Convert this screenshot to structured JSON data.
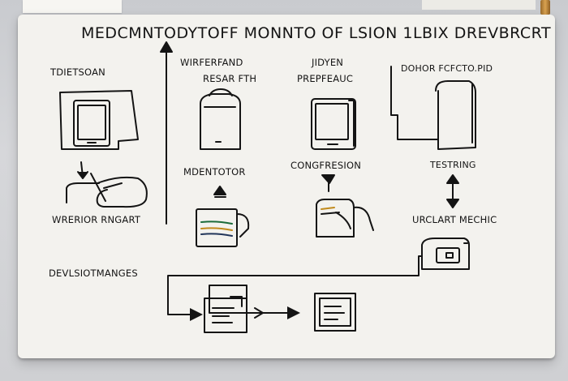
{
  "title": "MEDCMNTODYTOFF MONNTO OF LSION 1LBIX DREVBRCRT",
  "labels": {
    "tdetsoan": "TDIETSOAN",
    "wirefrand": "WIRFERFAND",
    "resarfth": "RESAR FTH",
    "jidyen": "JIDYEN",
    "prepfeauc": "PREPFEAUC",
    "dohorfcfc": "DOHOR FCFCTO.PID",
    "mdentotor": "MDENTOTOR",
    "congfresion": "CONGFRESION",
    "testring": "TESTRING",
    "wrerior": "WRERIOR RNGART",
    "urclart": "URCLART MECHIC",
    "devlsiotmanges": "DEVLSIOTMANGES"
  },
  "palette": {
    "board": "#f3f2ee",
    "ink": "#141414",
    "wall": "#cfd0d3",
    "clip": "#c8923f"
  }
}
